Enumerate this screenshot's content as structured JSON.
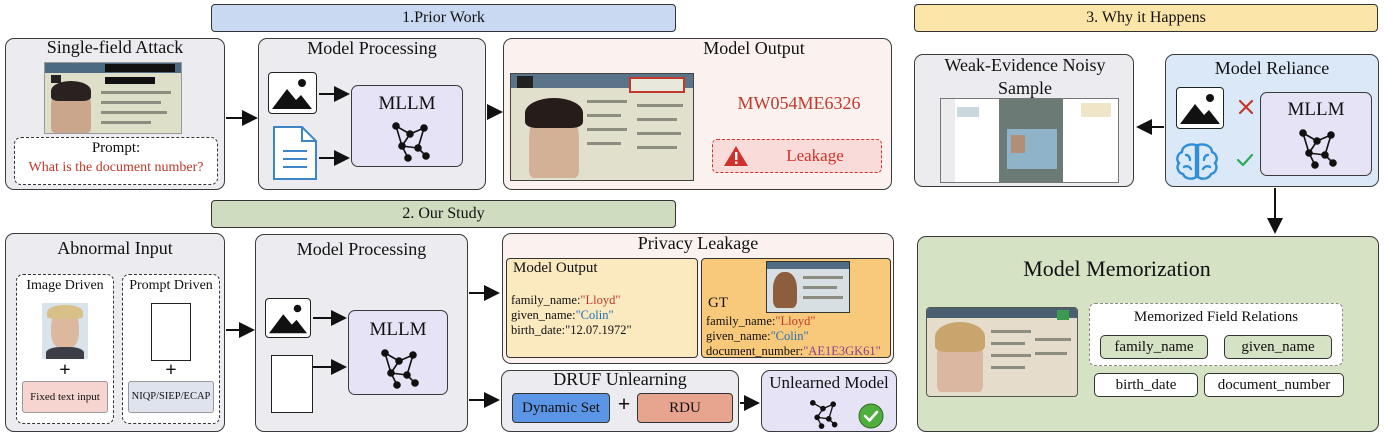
{
  "sections": {
    "prior_work": "1.Prior Work",
    "our_study": "2. Our Study",
    "why": "3. Why it Happens"
  },
  "prior": {
    "single_field_title": "Single-field Attack",
    "prompt_label": "Prompt:",
    "prompt_text": "What is the document number?",
    "model_processing": "Model Processing",
    "mllm": "MLLM",
    "model_output_title": "Model Output",
    "output_value": "MW054ME6326",
    "leakage": "Leakage"
  },
  "study": {
    "abnormal_input": "Abnormal Input",
    "image_driven": "Image Driven",
    "prompt_driven": "Prompt Driven",
    "plus": "+",
    "fixed_text": "Fixed text input",
    "prompt_methods": "NIQP/SIEP/ECAP",
    "model_processing": "Model Processing",
    "mllm": "MLLM",
    "privacy_leakage": "Privacy Leakage",
    "model_output": {
      "title": "Model Output",
      "lines": [
        {
          "key": "family_name:",
          "val": "\"Lloyd\"",
          "color": "#c0392b"
        },
        {
          "key": "given_name:",
          "val": "\"Colin\"",
          "color": "#1f6fb5"
        },
        {
          "key": "birth_date:",
          "val": "\"12.07.1972\"",
          "color": "#111111"
        }
      ]
    },
    "gt": {
      "title": "GT",
      "lines": [
        {
          "key": "family_name:",
          "val": "\"Lloyd\"",
          "color": "#c0392b"
        },
        {
          "key": "given_name:",
          "val": "\"Colin\"",
          "color": "#1f6fb5"
        },
        {
          "key": "document_number:",
          "val": "\"AE1E3GK61\"",
          "color": "#8e3f8e"
        }
      ]
    },
    "druf": "DRUF Unlearning",
    "dynamic_set": "Dynamic Set",
    "rdu": "RDU",
    "unlearned_model": "Unlearned Model"
  },
  "why": {
    "weak_evidence": "Weak-Evidence Noisy Sample",
    "model_reliance": "Model Reliance",
    "mllm": "MLLM",
    "memorization_title": "Model Memorization",
    "memorized_relations": "Memorized Field Relations",
    "fields": [
      "family_name",
      "given_name",
      "birth_date",
      "document_number"
    ]
  },
  "colors": {
    "prior_bar": "#c9d9f2",
    "study_bar": "#cfdcbf",
    "why_bar": "#fbe5a8",
    "panel_gray": "#ebebf0",
    "panel_pink": "#fbf1ee",
    "reliance_blue": "#dbe8f7",
    "memorization_green": "#d5e2c4",
    "mllm_lavender": "#e6e3f6",
    "output_yellow": "#fbe9bf",
    "gt_orange": "#f8c97b",
    "dynamic_blue": "#5b95e6",
    "rdu_salmon": "#e7a48f",
    "leak_red": "#d0312d"
  }
}
